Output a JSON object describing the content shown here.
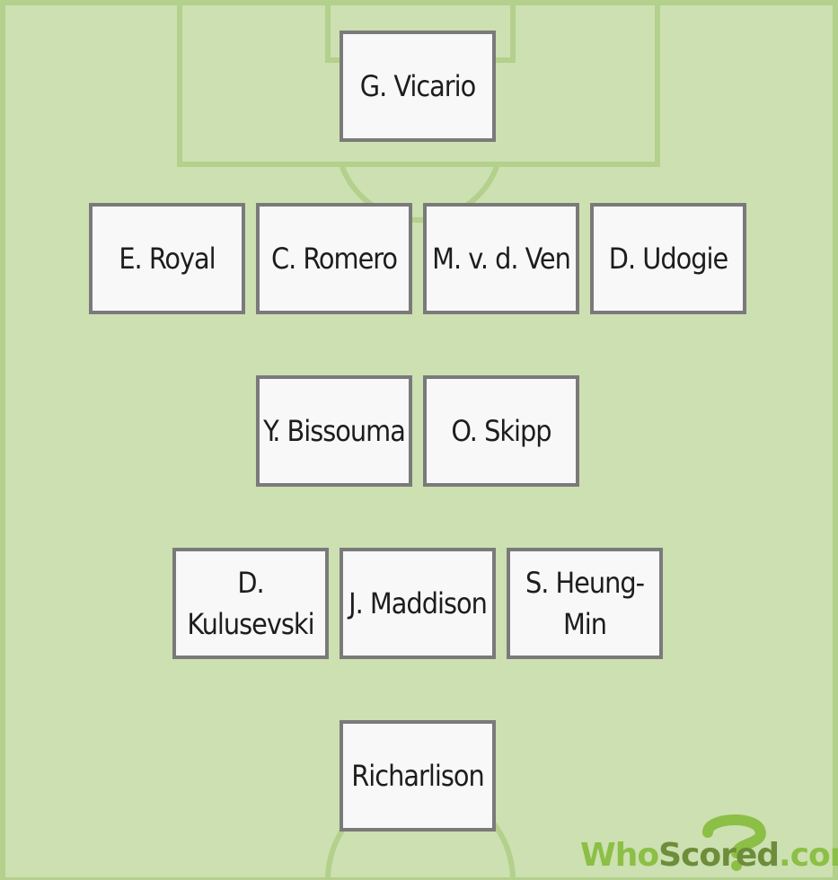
{
  "formation": {
    "goalkeeper": [
      "G. Vicario"
    ],
    "defenders": [
      "E. Royal",
      "C. Romero",
      "M. v. d. Ven",
      "D. Udogie"
    ],
    "defensive_midfielders": [
      "Y. Bissouma",
      "O. Skipp"
    ],
    "attacking_midfielders": [
      "D. Kulusevski",
      "J. Maddison",
      "S. Heung-Min"
    ],
    "forwards": [
      "Richarlison"
    ]
  },
  "logo": {
    "who": "Who",
    "scored": "Scored",
    "dot_com": ".com"
  },
  "colors": {
    "pitch": "#cde0b1",
    "lines": "#b3d08c",
    "card_background": "#f8f8f8",
    "card_border": "#7a7a7a",
    "brand_green": "#8cbf45",
    "brand_dark": "#6d8d3b"
  }
}
